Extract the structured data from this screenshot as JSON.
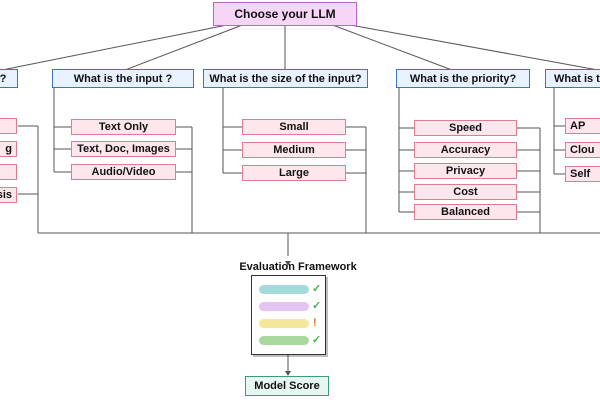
{
  "title": "Choose your LLM",
  "questions": {
    "left_partial": "?",
    "input_type": "What is the input ?",
    "input_size": "What is the size of the input?",
    "priority": "What is the priority?",
    "right_partial": "What is th"
  },
  "left_options": [
    "g",
    "sis"
  ],
  "input_type_options": [
    "Text Only",
    "Text, Doc, Images",
    "Audio/Video"
  ],
  "input_size_options": [
    "Small",
    "Medium",
    "Large"
  ],
  "priority_options": [
    "Speed",
    "Accuracy",
    "Privacy",
    "Cost",
    "Balanced"
  ],
  "right_options": [
    "AP",
    "Clou",
    "Self"
  ],
  "evaluation": {
    "title": "Evaluation Framework",
    "rows": [
      {
        "color": "#a5dadd",
        "mark": "✓",
        "mark_color": "#4caf50"
      },
      {
        "color": "#e3c4f2",
        "mark": "✓",
        "mark_color": "#4caf50"
      },
      {
        "color": "#f5e69a",
        "mark": "!",
        "mark_color": "#e07b2a"
      },
      {
        "color": "#a8d7a0",
        "mark": "✓",
        "mark_color": "#4caf50"
      }
    ]
  },
  "result": "Model Score"
}
